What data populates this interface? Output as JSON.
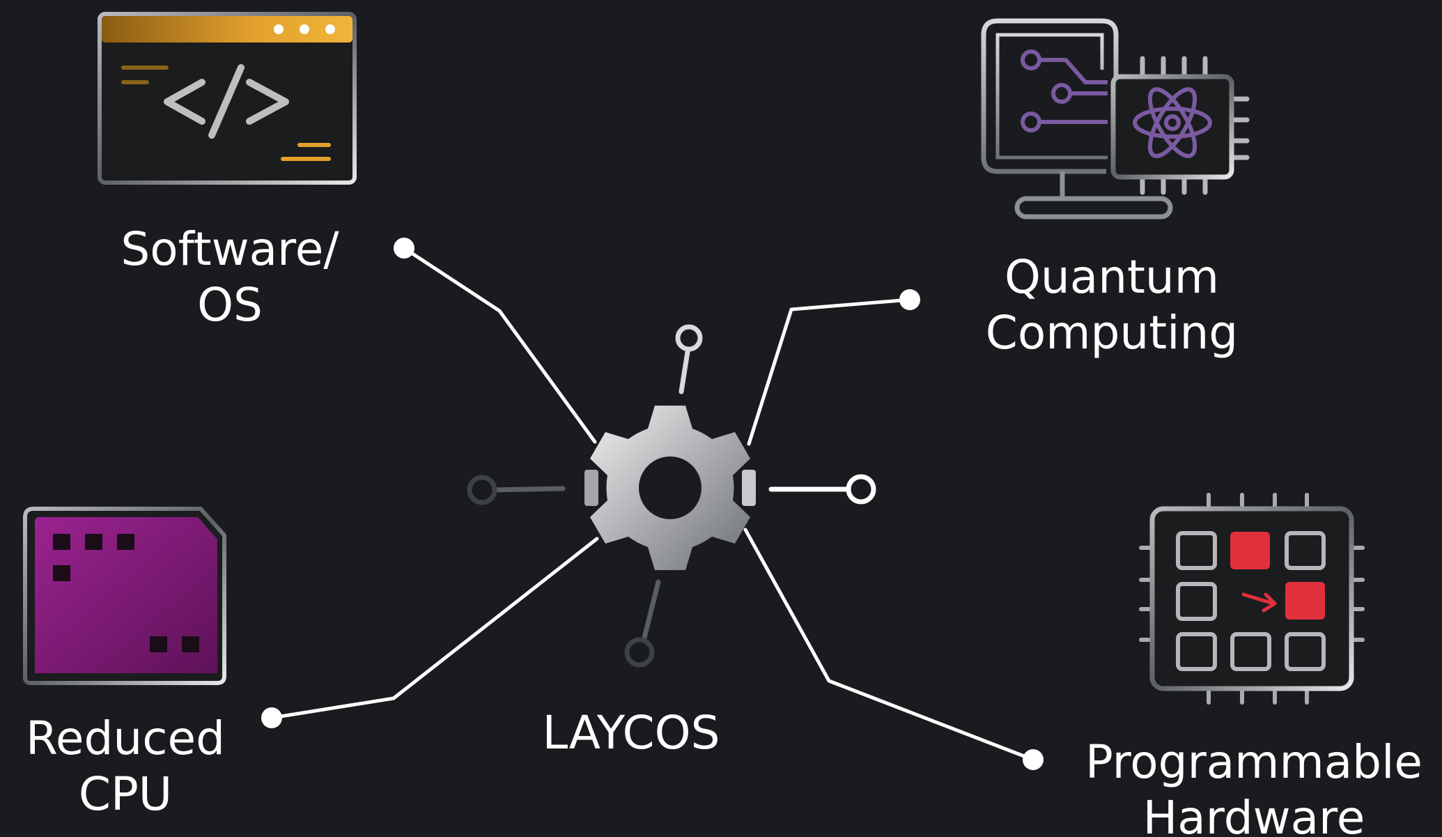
{
  "center": {
    "label": "LAYCOS"
  },
  "nodes": [
    {
      "id": "software-os",
      "lines": [
        "Software/",
        "OS"
      ],
      "accent": "#e8a322"
    },
    {
      "id": "quantum-computing",
      "lines": [
        "Quantum",
        "Computing"
      ],
      "accent": "#7a5aa0"
    },
    {
      "id": "reduced-cpu",
      "lines": [
        "Reduced",
        "CPU"
      ],
      "accent": "#8c1d7c"
    },
    {
      "id": "programmable-hardware",
      "lines": [
        "Programmable",
        "Hardware"
      ],
      "accent": "#e0303b"
    }
  ],
  "icons": {
    "software-os": "code-window-icon",
    "quantum-computing": "quantum-computer-icon",
    "reduced-cpu": "sim-chip-icon",
    "programmable-hardware": "fpga-chip-icon",
    "center": "gear-icon"
  },
  "colors": {
    "background": "#191b1e",
    "connector": "#ffffff",
    "muted_connector": "#5a5d62",
    "gear_light": "#e6e7e8",
    "gear_dark": "#7c7e82"
  }
}
